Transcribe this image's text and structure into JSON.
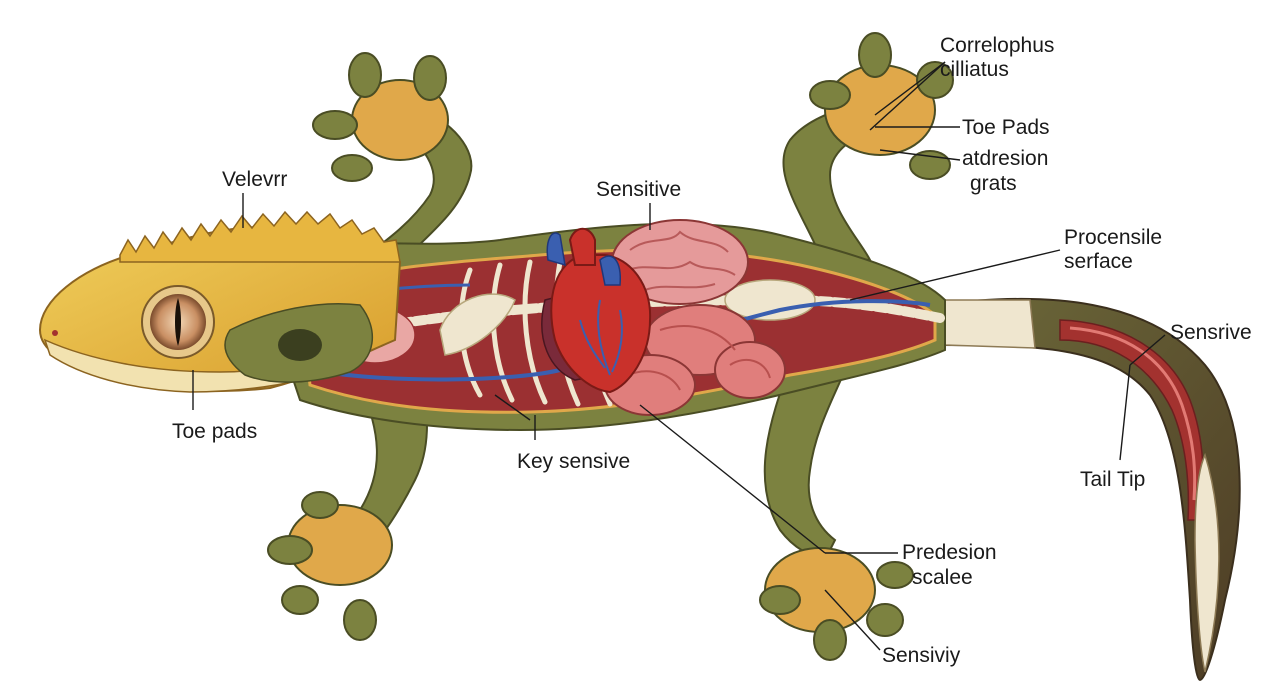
{
  "diagram": {
    "labels": {
      "correlophus": "Correlophus",
      "cilliatus": "cilliatus",
      "toe_pads_right": "Toe Pads",
      "atdresion": "atdresion",
      "grats": "grats",
      "velevrr": "Velevrr",
      "sensitive": "Sensitive",
      "procensile": "Procensile",
      "serface": "serface",
      "sensrive": "Sensrive",
      "toe_pads_left": "Toe pads",
      "key_sensive": "Key sensive",
      "tail_tip": "Tail Tip",
      "predesion": "Predesion",
      "scalee": "scalee",
      "sensiviy": "Sensiviy"
    },
    "colors": {
      "skin_green": "#7c8240",
      "skin_yellow": "#e3b63c",
      "body_cavity": "#9b3032",
      "bone": "#efe6cf",
      "heart_red": "#c9312b",
      "vessel_blue": "#3a5fb0",
      "brain_pink": "#e59a9a",
      "intestine_pink": "#e07e7c",
      "tail_brown": "#5e4a2e"
    },
    "icons": [
      "gecko-illustration"
    ]
  }
}
